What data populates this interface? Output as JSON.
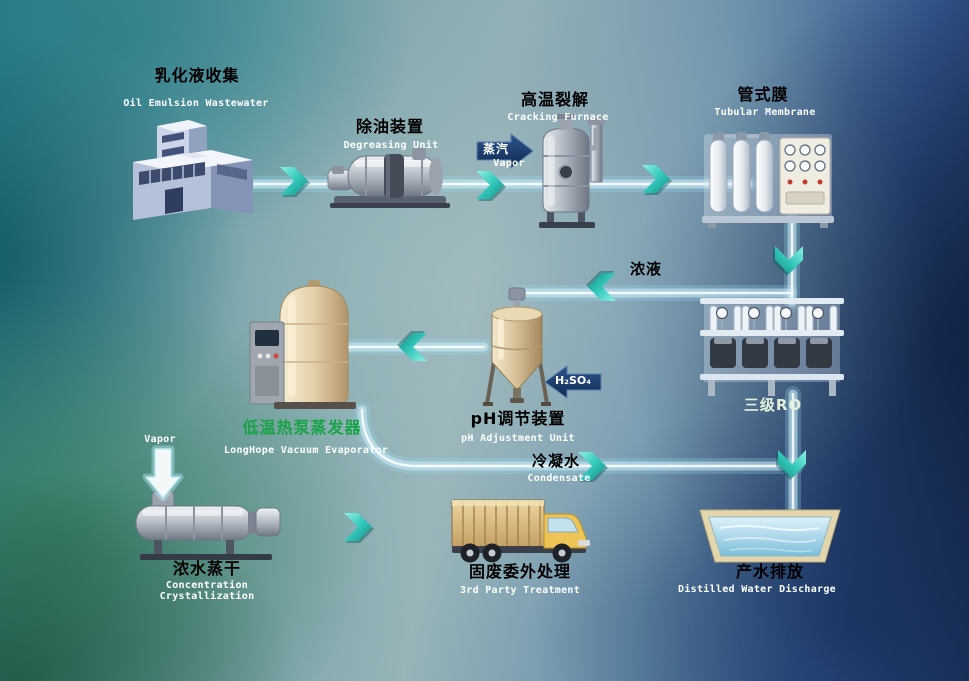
{
  "diagram_type": "wastewater-treatment-process-flow",
  "nodes": {
    "factory": {
      "zh": "乳化液收集",
      "en": "Oil Emulsion Wastewater"
    },
    "degreaser": {
      "zh": "除油装置",
      "en": "Degreasing Unit"
    },
    "furnace": {
      "zh": "高温裂解",
      "en": "Cracking Furnace"
    },
    "membrane": {
      "zh": "管式膜",
      "en": "Tubular Membrane"
    },
    "ro": {
      "zh": "三级RO"
    },
    "ph_unit": {
      "zh": "pH调节装置",
      "en": "pH Adjustment Unit"
    },
    "evaporator": {
      "zh": "低温热泵蒸发器",
      "en": "LongHope Vacuum Evaporator"
    },
    "crystallizer": {
      "zh": "浓水蒸干",
      "en_line1": "Concentration",
      "en_line2": "Crystallization"
    },
    "truck": {
      "zh": "固废委外处理",
      "en": "3rd Party Treatment"
    },
    "pool": {
      "zh": "产水排放",
      "en": "Distilled Water Discharge"
    }
  },
  "streams": {
    "steam": {
      "zh": "蒸汽",
      "en": "Vapor"
    },
    "concentrate": {
      "zh": "浓液"
    },
    "acid": {
      "formula": "H₂SO₄"
    },
    "condensate": {
      "zh": "冷凝水",
      "en": "Condensate"
    },
    "vapor_out": {
      "en": "Vapor"
    }
  },
  "flows": [
    {
      "from": "factory",
      "to": "degreaser"
    },
    {
      "from": "degreaser",
      "to": "furnace"
    },
    {
      "from": "steam",
      "to": "furnace",
      "label": "蒸汽 Vapor"
    },
    {
      "from": "furnace",
      "to": "membrane"
    },
    {
      "from": "membrane",
      "to": "ro"
    },
    {
      "from": "ro",
      "to": "ph_unit",
      "label": "浓液"
    },
    {
      "from": "acid",
      "to": "ph_unit",
      "label": "H₂SO₄"
    },
    {
      "from": "ph_unit",
      "to": "evaporator"
    },
    {
      "from": "evaporator",
      "to": "crystallizer",
      "label": "Vapor"
    },
    {
      "from": "crystallizer",
      "to": "truck"
    },
    {
      "from": "evaporator",
      "to": "pool",
      "label": "冷凝水 Condensate"
    },
    {
      "from": "ro",
      "to": "pool"
    }
  ],
  "colors": {
    "chevron_accent": "#35c8bc",
    "pipe": "#bfe4f2",
    "stream_arrow_navy": "#16335e",
    "evaporator_label_green": "#17a346",
    "ro_label_pale": "#e2f0da",
    "label_black": "#000000",
    "label_white": "#ffffff"
  }
}
